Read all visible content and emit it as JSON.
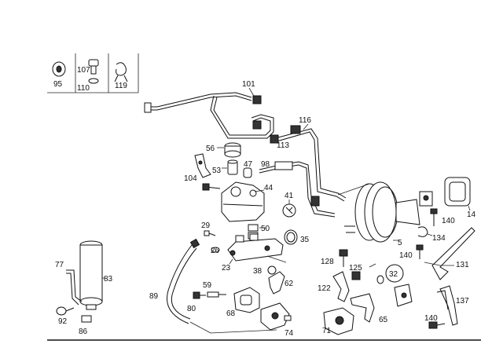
{
  "legend_boxes": [
    {
      "label": "95"
    },
    {
      "label": "107",
      "label2": "110"
    },
    {
      "label": "119"
    }
  ],
  "callouts": [
    {
      "id": "c101",
      "text": "101"
    },
    {
      "id": "c116",
      "text": "116"
    },
    {
      "id": "c113",
      "text": "113"
    },
    {
      "id": "c56",
      "text": "56"
    },
    {
      "id": "c47",
      "text": "47"
    },
    {
      "id": "c98",
      "text": "98"
    },
    {
      "id": "c53",
      "text": "53"
    },
    {
      "id": "c104",
      "text": "104"
    },
    {
      "id": "c44",
      "text": "44"
    },
    {
      "id": "c41",
      "text": "41"
    },
    {
      "id": "c50",
      "text": "50"
    },
    {
      "id": "c35",
      "text": "35"
    },
    {
      "id": "c29",
      "text": "29"
    },
    {
      "id": "c26",
      "text": "26"
    },
    {
      "id": "c23",
      "text": "23"
    },
    {
      "id": "c38",
      "text": "38"
    },
    {
      "id": "c62",
      "text": "62"
    },
    {
      "id": "c59",
      "text": "59"
    },
    {
      "id": "c80",
      "text": "80"
    },
    {
      "id": "c68",
      "text": "68"
    },
    {
      "id": "c74",
      "text": "74"
    },
    {
      "id": "c77",
      "text": "77"
    },
    {
      "id": "c89",
      "text": "89"
    },
    {
      "id": "c83",
      "text": "83"
    },
    {
      "id": "c92",
      "text": "92"
    },
    {
      "id": "c86",
      "text": "86"
    },
    {
      "id": "c5",
      "text": "5"
    },
    {
      "id": "c14",
      "text": "14"
    },
    {
      "id": "c140a",
      "text": "140"
    },
    {
      "id": "c134",
      "text": "134"
    },
    {
      "id": "c140b",
      "text": "140"
    },
    {
      "id": "c131",
      "text": "131"
    },
    {
      "id": "c128",
      "text": "128"
    },
    {
      "id": "c125",
      "text": "125"
    },
    {
      "id": "c32",
      "text": "32"
    },
    {
      "id": "c122",
      "text": "122"
    },
    {
      "id": "c65",
      "text": "65"
    },
    {
      "id": "c71",
      "text": "71"
    },
    {
      "id": "c137",
      "text": "137"
    },
    {
      "id": "c140c",
      "text": "140"
    }
  ]
}
